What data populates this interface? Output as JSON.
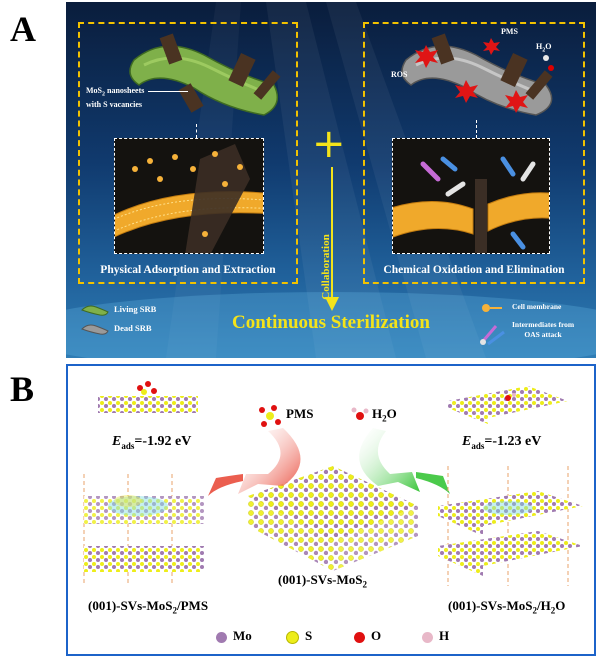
{
  "panel_a": {
    "letter": "A",
    "left_label": "Physical Adsorption and Extraction",
    "right_label": "Chemical Oxidation and Elimination",
    "mos2_note_1": "MoS",
    "mos2_note_sub": "2",
    "mos2_note_2": " nanosheets",
    "mos2_note_3": "with S vacancies",
    "pms": "PMS",
    "h2o_h": "H",
    "h2o_sub": "2",
    "h2o_o": "O",
    "ros": "ROS",
    "plus": "+",
    "collaboration": "Collaboration",
    "continuous": "Continuous Sterilization",
    "legend_living": "Living SRB",
    "legend_dead": "Dead SRB",
    "legend_membrane": "Cell membrane",
    "legend_inter_1": "Intermediates from",
    "legend_inter_2": "OAS attack"
  },
  "panel_b": {
    "letter": "B",
    "e_left_label": "E",
    "e_left_sub": "ads",
    "e_left_value": "=-1.92 eV",
    "e_right_label": "E",
    "e_right_sub": "ads",
    "e_right_value": "=-1.23 eV",
    "pms": "PMS",
    "h2o_h": "H",
    "h2o_sub": "2",
    "h2o_o": "O",
    "center_1": "(001)-SVs-MoS",
    "center_sub": "2",
    "left_cap_1": "(001)-SVs-MoS",
    "left_cap_sub": "2",
    "left_cap_2": "/PMS",
    "right_cap_1": "(001)-SVs-MoS",
    "right_cap_sub": "2",
    "right_cap_2": "/H",
    "right_cap_sub2": "2",
    "right_cap_3": "O",
    "legend": [
      {
        "label": "Mo",
        "color": "#a07ab0"
      },
      {
        "label": "S",
        "color": "#eded1a"
      },
      {
        "label": "O",
        "color": "#e01010"
      },
      {
        "label": "H",
        "color": "#e8b8c8"
      }
    ]
  }
}
